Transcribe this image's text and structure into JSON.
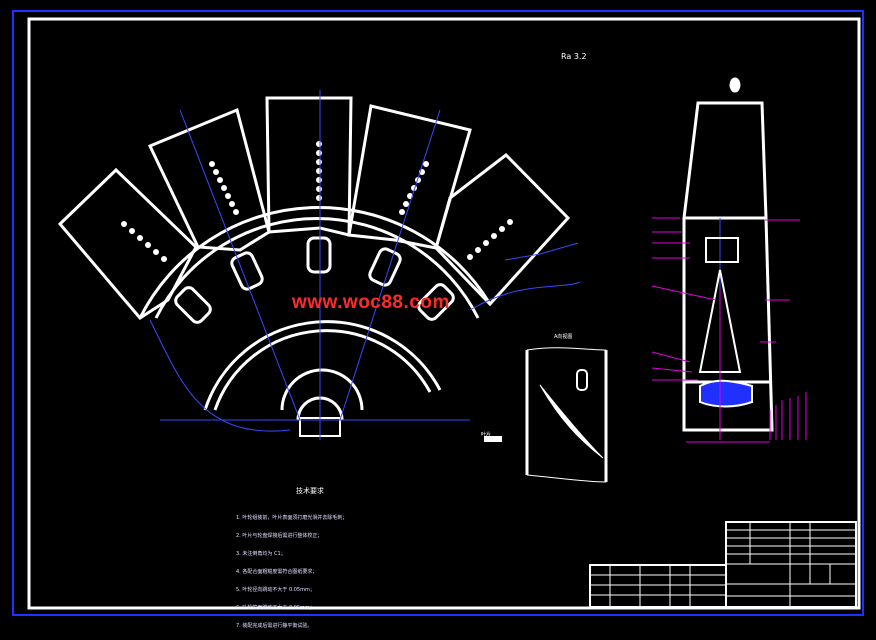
{
  "watermark": "www.woc88.com",
  "technical_requirements": {
    "title": "技术要求",
    "lines": [
      "1. 叶轮组装前，叶片表面须打磨光滑并去除毛刺；",
      "2. 叶片与轮盘焊接后需进行整体校正；",
      "3. 未注倒角均为 C1；",
      "4. 各配合面粗糙度需符合图纸要求；",
      "5. 叶轮径向跳动不大于 0.05mm；",
      "6. 叶轮端面跳动不大于 0.05mm；",
      "7. 装配完成后需进行静平衡试验。"
    ]
  },
  "roughness_note": "Ra 3.2",
  "section_label": "A向视图",
  "part_label": "叶片",
  "colors": {
    "frame": "#2030ff",
    "outline": "#ffffff",
    "hidden": "#3a48ff",
    "dimension": "#e000e0",
    "watermark": "#ff2a2a"
  }
}
